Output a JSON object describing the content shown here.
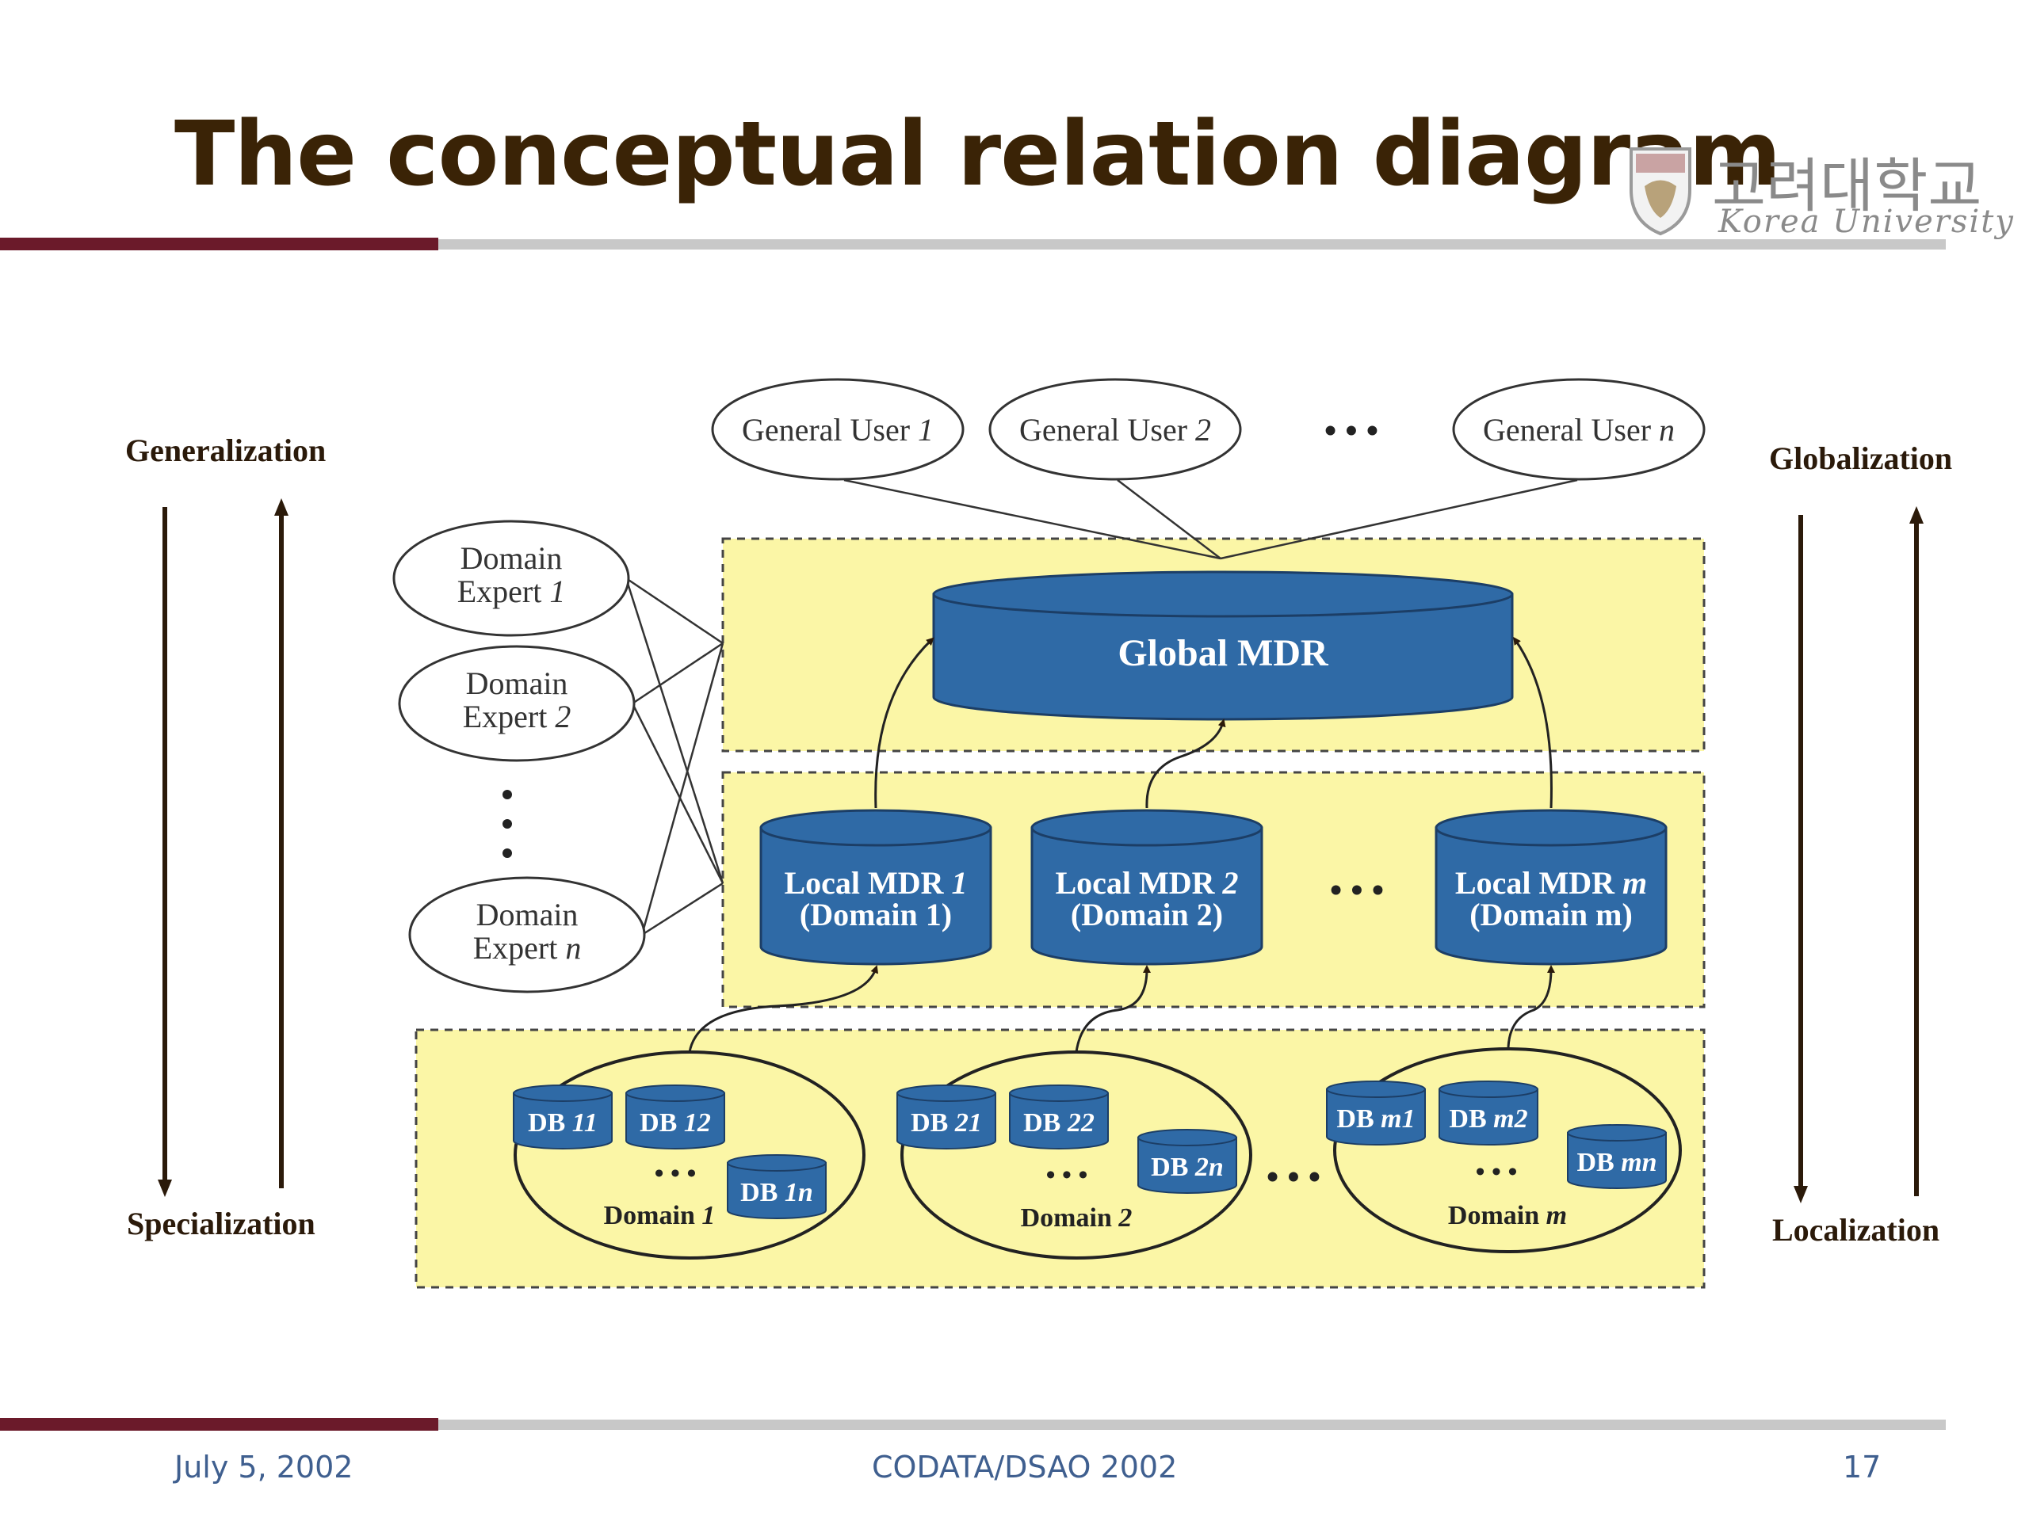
{
  "slide": {
    "title": "The conceptual relation diagram",
    "logo_korean": "고려대학교",
    "logo_english": "Korea University"
  },
  "footer": {
    "date": "July 5, 2002",
    "conference": "CODATA/DSAO 2002",
    "page_number": "17"
  },
  "colors": {
    "title": "#3a2306",
    "accent_bar": "#6b1a2a",
    "rule_gray": "#c8c8c8",
    "zone_fill": "#fbf6a6",
    "db_blue": "#2f6aa6",
    "footer_text": "#3f5f8f"
  },
  "diagram": {
    "left_axis": {
      "top_label": "Generalization",
      "bottom_label": "Specialization"
    },
    "right_axis": {
      "top_label": "Globalization",
      "bottom_label": "Localization"
    },
    "general_users": [
      {
        "label": "General User ",
        "index": "1"
      },
      {
        "label": "General User ",
        "index": "2"
      },
      {
        "label": "General User ",
        "index": "n"
      }
    ],
    "ellipsis": "• • •",
    "domain_experts": [
      {
        "line1": "Domain",
        "line2": "Expert ",
        "index": "1"
      },
      {
        "line1": "Domain",
        "line2": "Expert ",
        "index": "2"
      },
      {
        "line1": "Domain",
        "line2": "Expert ",
        "index": "n"
      }
    ],
    "global_mdr": "Global MDR",
    "local_mdrs": [
      {
        "line1": "Local MDR ",
        "index": "1",
        "line2": "(Domain 1)"
      },
      {
        "line1": "Local MDR ",
        "index": "2",
        "line2": "(Domain 2)"
      },
      {
        "line1": "Local MDR ",
        "index": "m",
        "line2": "(Domain m)"
      }
    ],
    "domains": [
      {
        "label": "Domain ",
        "index": "1",
        "dbs": [
          "11",
          "12",
          "1n"
        ]
      },
      {
        "label": "Domain ",
        "index": "2",
        "dbs": [
          "21",
          "22",
          "2n"
        ]
      },
      {
        "label": "Domain ",
        "index": "m",
        "dbs": [
          "m1",
          "m2",
          "mn"
        ]
      }
    ],
    "db_prefix": "DB "
  }
}
